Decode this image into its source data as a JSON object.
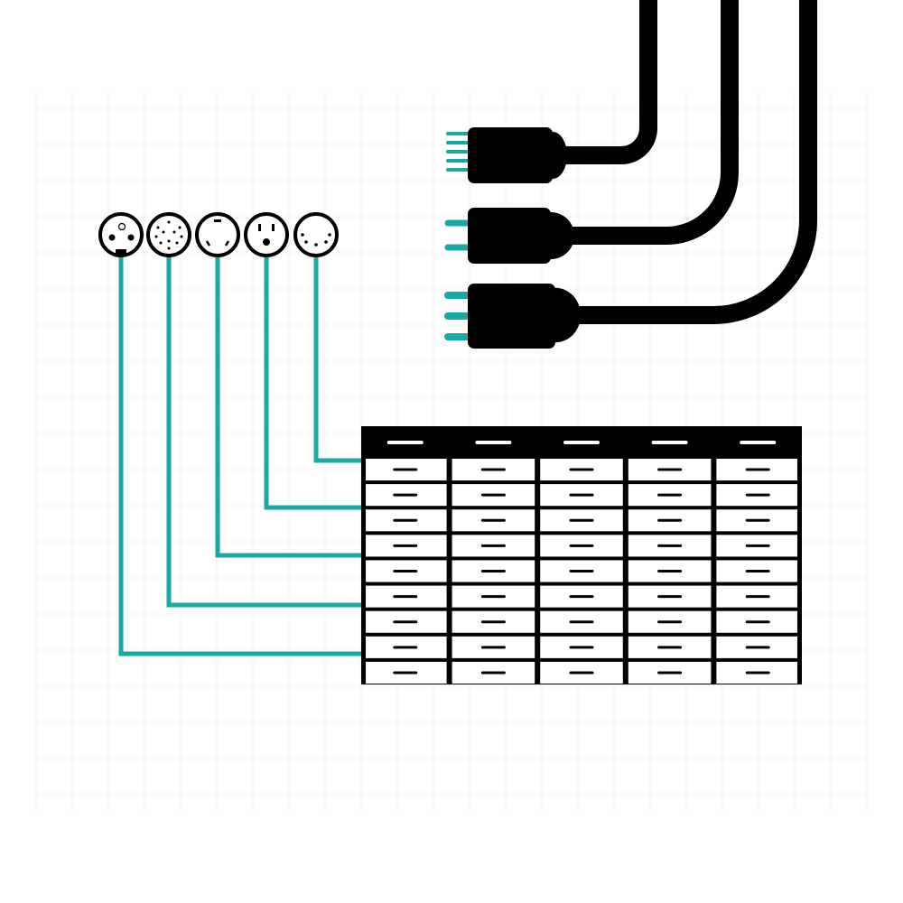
{
  "colors": {
    "ink": "#000000",
    "accent": "#17a9a5",
    "grid": "#f3f3f3",
    "background": "#ffffff"
  },
  "connectors": [
    {
      "icon": "xlr-3pin-icon"
    },
    {
      "icon": "multi-pin-icon"
    },
    {
      "icon": "twist-lock-icon"
    },
    {
      "icon": "nema-outlet-icon"
    },
    {
      "icon": "din-5pin-icon"
    }
  ],
  "plugs": [
    {
      "icon": "5-prong-plug-icon",
      "prongs": 5
    },
    {
      "icon": "2-prong-plug-icon",
      "prongs": 2
    },
    {
      "icon": "3-prong-plug-icon",
      "prongs": 3
    }
  ],
  "table": {
    "columns": 5,
    "rows": 9
  }
}
